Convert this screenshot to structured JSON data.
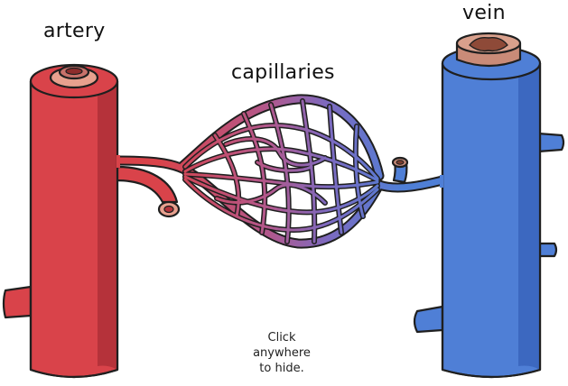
{
  "labels": {
    "artery": "artery",
    "capillaries": "capillaries",
    "vein": "vein"
  },
  "hint": {
    "lines": [
      "Click",
      "anywhere",
      "to hide."
    ]
  },
  "colors": {
    "artery_fill": "#d9434a",
    "artery_dark": "#b5323a",
    "artery_rim": "#e8a08e",
    "vein_fill": "#4f7fd6",
    "vein_dark": "#3c68c0",
    "vein_rim": "#c98b78",
    "outline": "#1f1f1f"
  }
}
